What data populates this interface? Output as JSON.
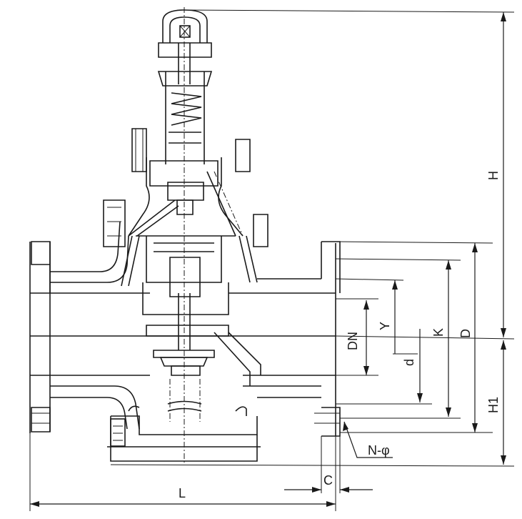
{
  "labels": {
    "H": "H",
    "H1": "H1",
    "D": "D",
    "K": "K",
    "Y": "Y",
    "DN": "DN",
    "d": "d",
    "N_phi": "N-φ",
    "C": "C",
    "L": "L"
  },
  "colors": {
    "ink": "#1a1a1a",
    "paper": "#ffffff"
  }
}
